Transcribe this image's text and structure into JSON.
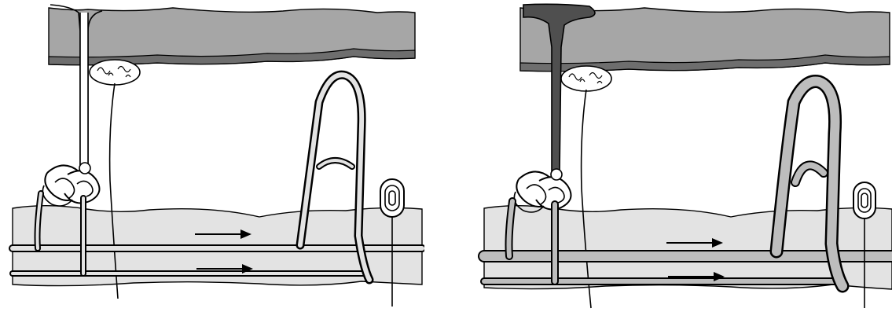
{
  "figure": {
    "panels": [
      {
        "id": "left",
        "duct_filled": false
      },
      {
        "id": "right",
        "duct_filled": true
      }
    ],
    "colors": {
      "upper_band": "#a6a6a6",
      "upper_band_edge": "#6e6e6e",
      "lower_band": "#e3e3e3",
      "duct_fill": "#4f4f4f",
      "loop_fill_right": "#bdbdbd",
      "line": "#000000",
      "background": "#ffffff"
    },
    "arrows": {
      "count_per_panel": 2,
      "direction": "right"
    }
  }
}
